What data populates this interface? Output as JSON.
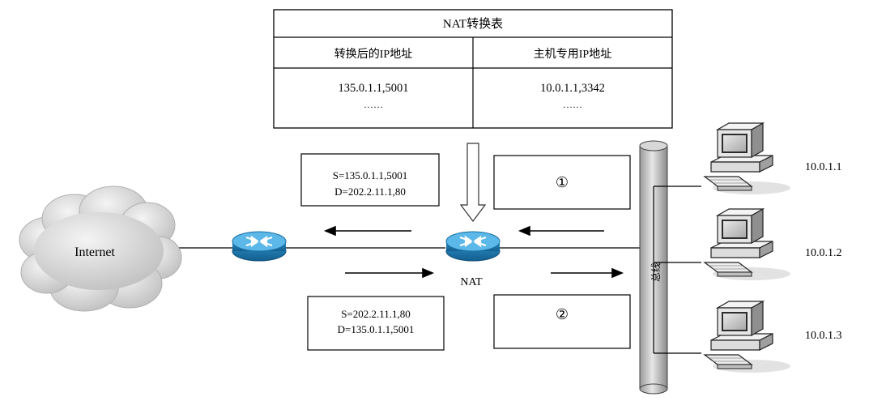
{
  "nat_table": {
    "title": "NAT转换表",
    "headers": [
      "转换后的IP地址",
      "主机专用IP地址"
    ],
    "rows": [
      [
        "135.0.1.1,5001",
        "10.0.1.1,3342"
      ],
      [
        "……",
        "……"
      ]
    ]
  },
  "packets": {
    "outbound": {
      "source": "S=135.0.1.1,5001",
      "dest": "D=202.2.11.1,80",
      "marker": "①"
    },
    "inbound": {
      "source": "S=202.2.11.1,80",
      "dest": "D=135.0.1.1,5001",
      "marker": "②"
    }
  },
  "labels": {
    "internet": "Internet",
    "nat": "NAT",
    "bus": "总线"
  },
  "hosts": [
    "10.0.1.1",
    "10.0.1.2",
    "10.0.1.3"
  ],
  "colors": {
    "router_top": "#5bb7e6",
    "router_side": "#1c7fb8",
    "cloud": "#d8d8d8",
    "bus": "#bdbdbd"
  }
}
